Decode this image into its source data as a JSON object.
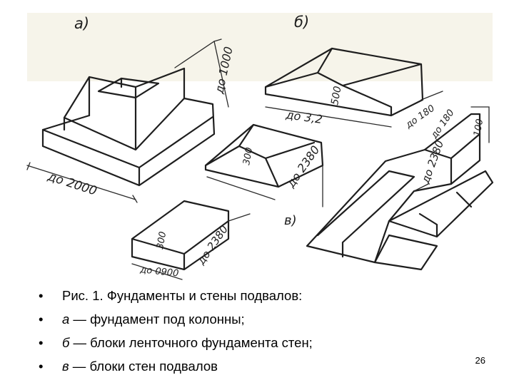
{
  "figure": {
    "panel_labels": {
      "a": "а)",
      "b": "б)",
      "v": "в)"
    },
    "dimensions": {
      "a_height": "до 1000",
      "a_width": "до 2000",
      "b_top_height": "500",
      "b_top_length": "до 3,2",
      "b_mid_height": "300",
      "b_mid_length": "до 2380",
      "b_low_height": "300",
      "b_low_length": "до 2380",
      "b_low_width": "до 0900",
      "v_width": "до 180",
      "v_height": "до 180",
      "v_length": "до 2380",
      "v_depth": "100"
    }
  },
  "caption": {
    "bullet": "•",
    "items": [
      {
        "label": "",
        "text": "Рис. 1. Фундаменты и стены подвалов:"
      },
      {
        "label": "а",
        "text": " — фундамент под колонны;"
      },
      {
        "label": "б",
        "text": " — блоки ленточного фундамента стен;"
      },
      {
        "label": "в",
        "text": " — блоки стен подвалов"
      }
    ]
  },
  "slide_number": "26"
}
